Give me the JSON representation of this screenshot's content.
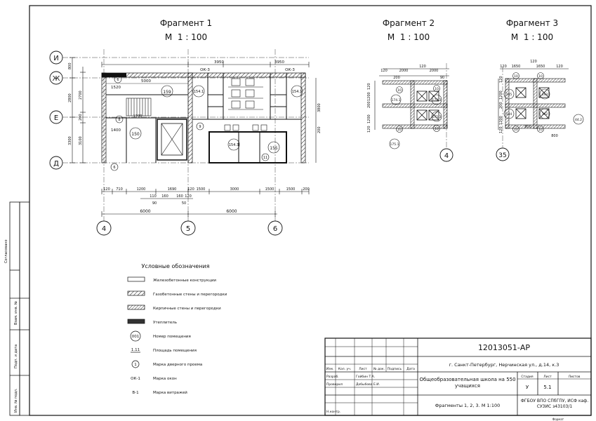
{
  "fragments": [
    {
      "title": "Фрагмент 1",
      "scale": "М  1 : 100"
    },
    {
      "title": "Фрагмент 2",
      "scale": "М  1 : 100"
    },
    {
      "title": "Фрагмент 3",
      "scale": "М  1 : 100"
    }
  ],
  "axes": {
    "rows": [
      "И",
      "Ж",
      "Е",
      "Д"
    ],
    "cols": [
      "4",
      "5",
      "6"
    ],
    "frag2_col": "4",
    "frag3_col": "35"
  },
  "frag1": {
    "rooms": [
      "159",
      "154.1",
      "154.1",
      "150",
      "154.3",
      "155"
    ],
    "door_marks": [
      "6",
      "8",
      "9",
      "11",
      "6"
    ],
    "top_dims": [
      "3950",
      "3950"
    ],
    "ok_marks": [
      "ОК-3",
      "ОК-3"
    ],
    "inner_dims": [
      "5000",
      "1520",
      "1400",
      "1700"
    ],
    "left_dims": [
      "800",
      "2800",
      "2700",
      "3300",
      "3100",
      "200",
      "800",
      "200"
    ],
    "right_dims": [
      "3800",
      "200"
    ],
    "bottom_chain": [
      "120",
      "710",
      "1200",
      "1690",
      "120",
      "1500",
      "3000",
      "1500",
      "1500",
      "200"
    ],
    "bottom_small": [
      "110",
      "160",
      "160",
      "120",
      "90",
      "50"
    ],
    "bottom_total": [
      "6000",
      "6000"
    ]
  },
  "frag2": {
    "dims_top": [
      "120",
      "2000",
      "120",
      "2000",
      "200",
      "90"
    ],
    "dims_left": [
      "120",
      "1200",
      "200",
      "1200",
      "120"
    ],
    "rooms": [
      "174.1",
      "174.3",
      "175.1",
      "175.3"
    ],
    "doors": [
      "10",
      "10",
      "10",
      "10"
    ]
  },
  "frag3": {
    "dims_top": [
      "1650",
      "120",
      "1650",
      "120",
      "120"
    ],
    "dims_left": [
      "120",
      "1200",
      "200",
      "1200",
      "120"
    ],
    "rooms": [
      "145",
      "143",
      "144",
      "142",
      "44.2"
    ],
    "doors": [
      "10",
      "10",
      "10",
      "10"
    ],
    "dims_bottom": [
      "800",
      "800"
    ]
  },
  "legend": {
    "title": "Условные обозначения",
    "items": [
      {
        "symbol": "",
        "label": "Железобетонные конструкции"
      },
      {
        "symbol": "",
        "label": "Газобетонные стены и перегородки"
      },
      {
        "symbol": "",
        "label": "Кирпичные стены и перегородки"
      },
      {
        "symbol": "",
        "label": "Утеплитель"
      },
      {
        "symbol": "001",
        "label": "Номер помещения"
      },
      {
        "symbol": "1.11",
        "label": "Площадь помещения"
      },
      {
        "symbol": "1",
        "label": "Марка дверного проема"
      },
      {
        "symbol": "ОК-1",
        "label": "Марка окон"
      },
      {
        "symbol": "В-1",
        "label": "Марка витражей"
      }
    ]
  },
  "left_strip": {
    "labels": [
      "Согласовано",
      "Взам. инв. №",
      "Подп. и дата",
      "Инв. № подл."
    ]
  },
  "stamp": {
    "code": "12013051-АР",
    "address": "г. Санкт-Петербург, Нерчинская ул., д.14, к.3",
    "headers": [
      "Изм.",
      "Кол. уч.",
      "Лист",
      "№ док.",
      "Подпись",
      "Дата"
    ],
    "roles": [
      {
        "role": "Разраб.",
        "name": "Гойбин Т.А."
      },
      {
        "role": "Проверил",
        "name": "Добыбова Е.И."
      },
      {
        "role": "Н.контр.",
        "name": ""
      }
    ],
    "object": "Общеобразовательная школа на 550 учащихся",
    "sheet_title": "Фрагменты 1, 2, 3. М 1:100",
    "stage_headers": [
      "Стадия",
      "Лист",
      "Листов"
    ],
    "stage_values": [
      "У",
      "5.1",
      ""
    ],
    "org": "ФГБОУ ВПО СПбГПУ, ИСФ каф. СУЗИС з43103/1",
    "format": "Формат"
  }
}
